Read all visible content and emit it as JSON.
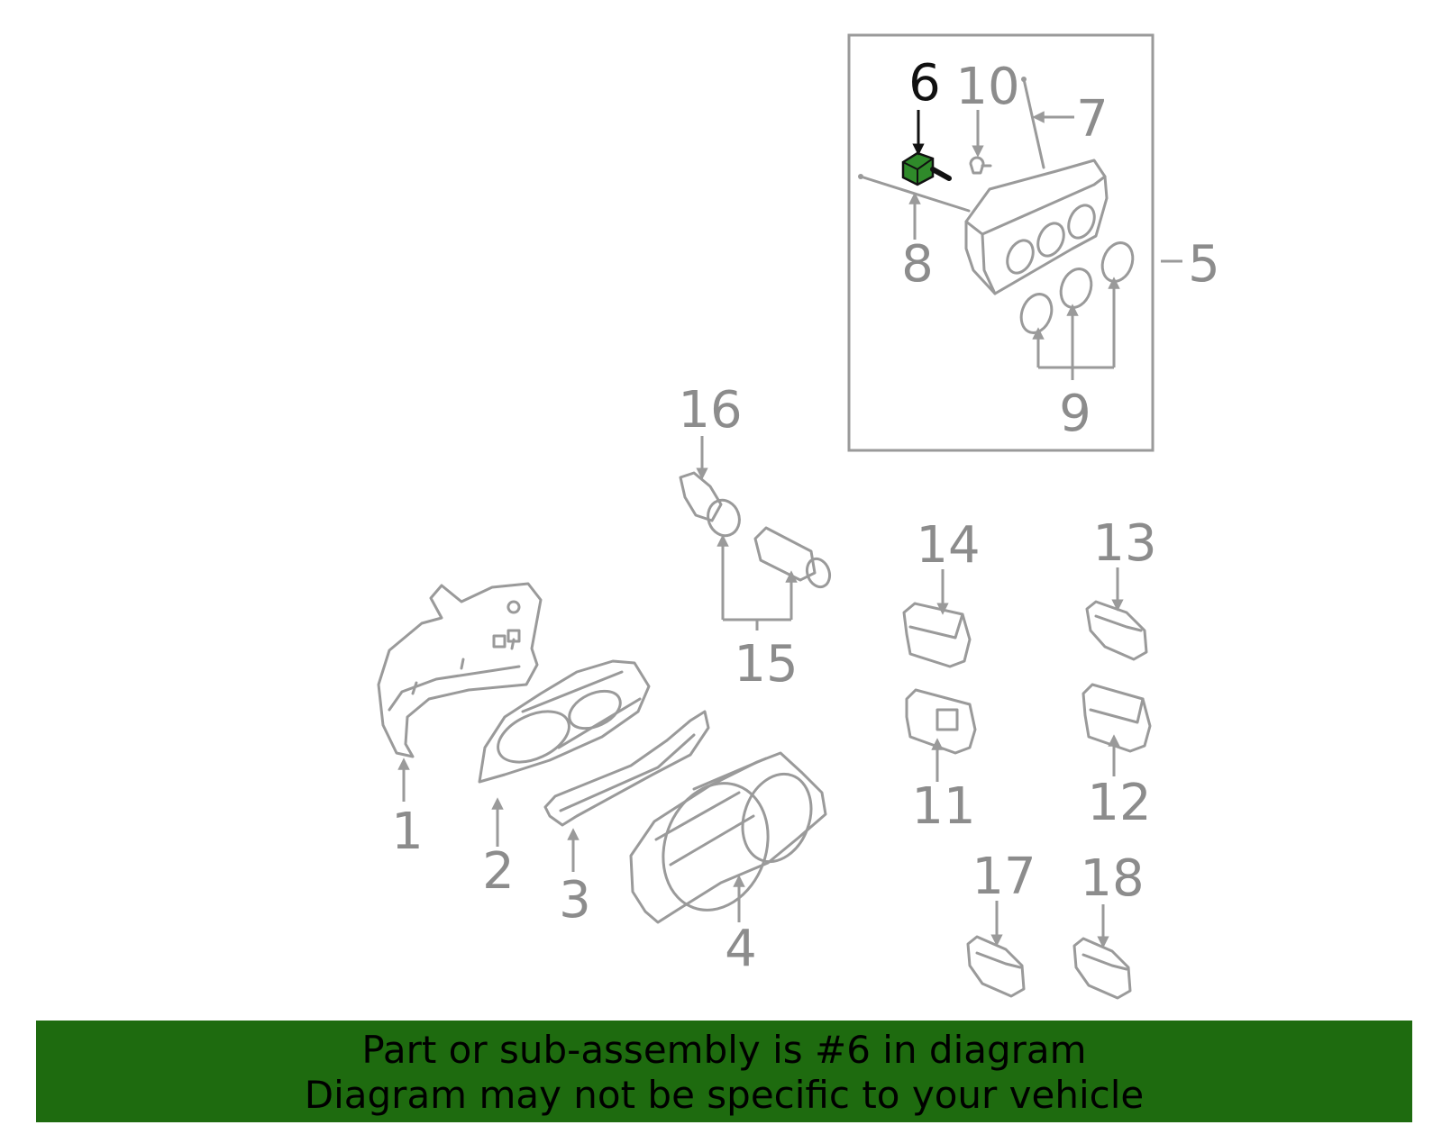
{
  "highlight_color": "#2f8a2a",
  "banner": {
    "line1": "Part or sub-assembly is #6 in diagram",
    "line2": "Diagram may not be specific to your vehicle",
    "color": "#1e6b0f"
  },
  "callouts": {
    "c1": "1",
    "c2": "2",
    "c3": "3",
    "c4": "4",
    "c5": "5",
    "c6": "6",
    "c7": "7",
    "c8": "8",
    "c9": "9",
    "c10": "10",
    "c11": "11",
    "c12": "12",
    "c13": "13",
    "c14": "14",
    "c15": "15",
    "c16": "16",
    "c17": "17",
    "c18": "18"
  }
}
